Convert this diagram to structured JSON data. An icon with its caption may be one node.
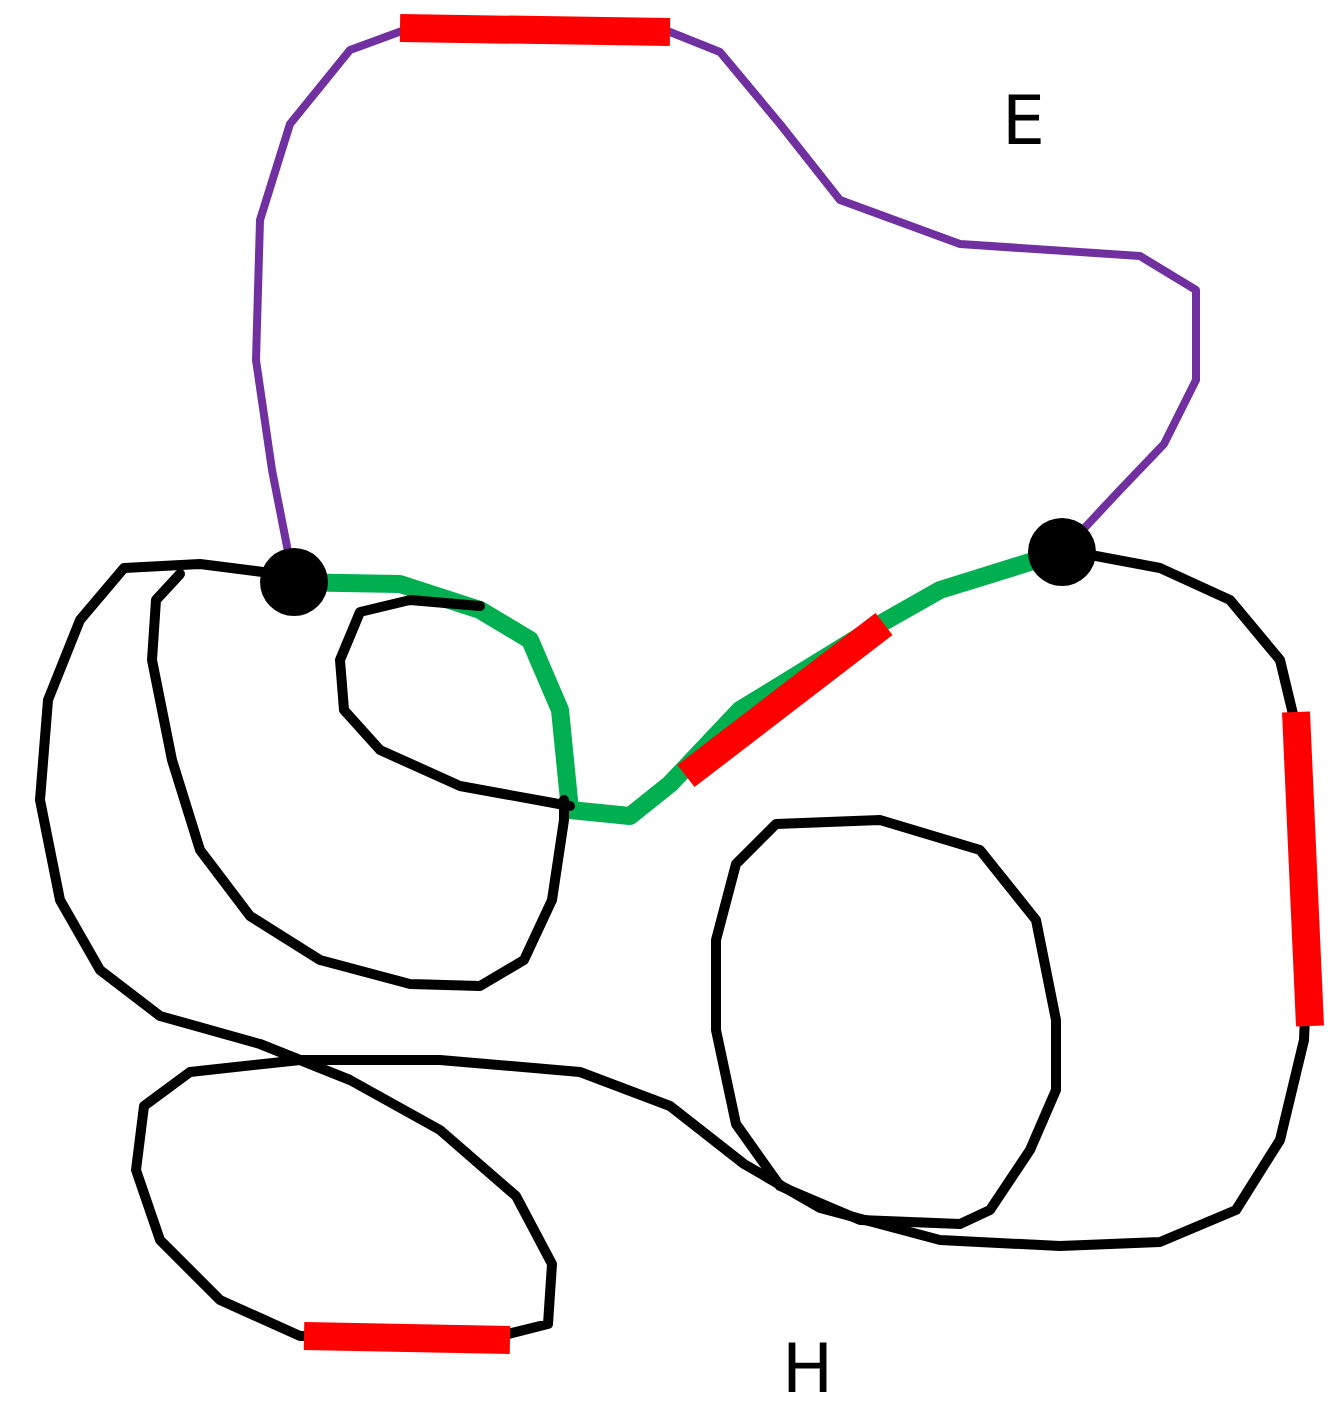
{
  "diagram": {
    "nodes": [
      {
        "text": [],
        "shape": "circle"
      },
      {
        "text": [],
        "shape": "circle"
      }
    ],
    "edges": [
      {
        "from": 0,
        "to": 1,
        "arrow": "none",
        "color": "#7030a0"
      },
      {
        "from": 0,
        "to": 1,
        "arrow": "none",
        "style": "thick",
        "color": "#00b050"
      }
    ],
    "labels": [
      "E",
      "H"
    ]
  }
}
